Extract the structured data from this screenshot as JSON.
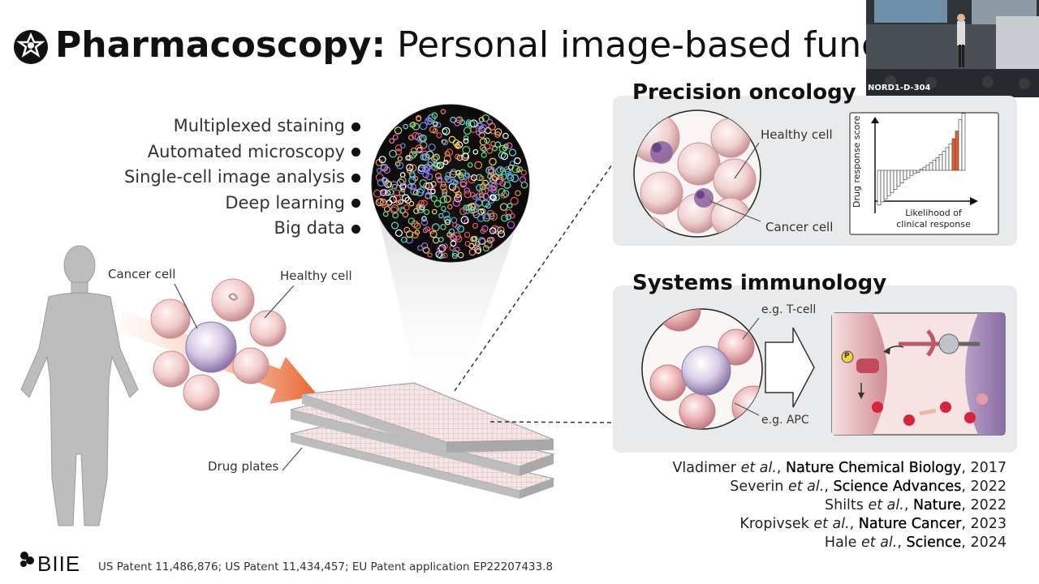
{
  "title": {
    "bold": "Pharmacoscopy:",
    "rest": "Personal image-based functiona"
  },
  "features": [
    "Multiplexed staining",
    "Automated microscopy",
    "Single-cell image analysis",
    "Deep learning",
    "Big data"
  ],
  "left_diagram": {
    "cancer_cell": "Cancer cell",
    "healthy_cell": "Healthy cell",
    "drug_plates": "Drug plates"
  },
  "precision_oncology": {
    "title": "Precision oncology",
    "healthy_cell": "Healthy cell",
    "cancer_cell": "Cancer cell",
    "y_axis": "Drug response score",
    "x_axis_line1": "Likelihood of",
    "x_axis_line2": "clinical response",
    "bars": [
      -0.55,
      -0.5,
      -0.45,
      -0.4,
      -0.35,
      -0.3,
      -0.25,
      -0.2,
      -0.15,
      -0.12,
      -0.08,
      -0.05,
      -0.03,
      0.02,
      0.05,
      0.08,
      0.12,
      0.16,
      0.2,
      0.25,
      0.3,
      0.36,
      0.42,
      0.5,
      0.62,
      0.8,
      0.9
    ]
  },
  "systems_immunology": {
    "title": "Systems immunology",
    "t_cell": "e.g. T-cell",
    "apc": "e.g. APC",
    "p_label": "P"
  },
  "references": [
    {
      "author": "Vladimer",
      "etal": "et al.",
      "journal": "Nature Chemical Biology",
      "year": ", 2017"
    },
    {
      "author": "Severin",
      "etal": "et al.",
      "journal": "Science Advances",
      "year": ", 2022"
    },
    {
      "author": "Shilts",
      "etal": "et al.",
      "journal": "Nature",
      "year": ", 2022"
    },
    {
      "author": "Kropivsek",
      "etal": "et al.",
      "journal": "Nature Cancer",
      "year": ", 2023"
    },
    {
      "author": "Hale",
      "etal": "et al.",
      "journal": "Science",
      "year": ", 2024"
    }
  ],
  "patent": "US Patent 11,486,876; US Patent 11,434,457; EU Patent application EP22207433.8",
  "logo_text": "BIIE",
  "video": {
    "label": "NORD1-D-304"
  },
  "colors": {
    "accent_orange": "#e8622c",
    "cancer_purple": "#8e6aa8",
    "cell_pink": "#f2c9c9"
  }
}
